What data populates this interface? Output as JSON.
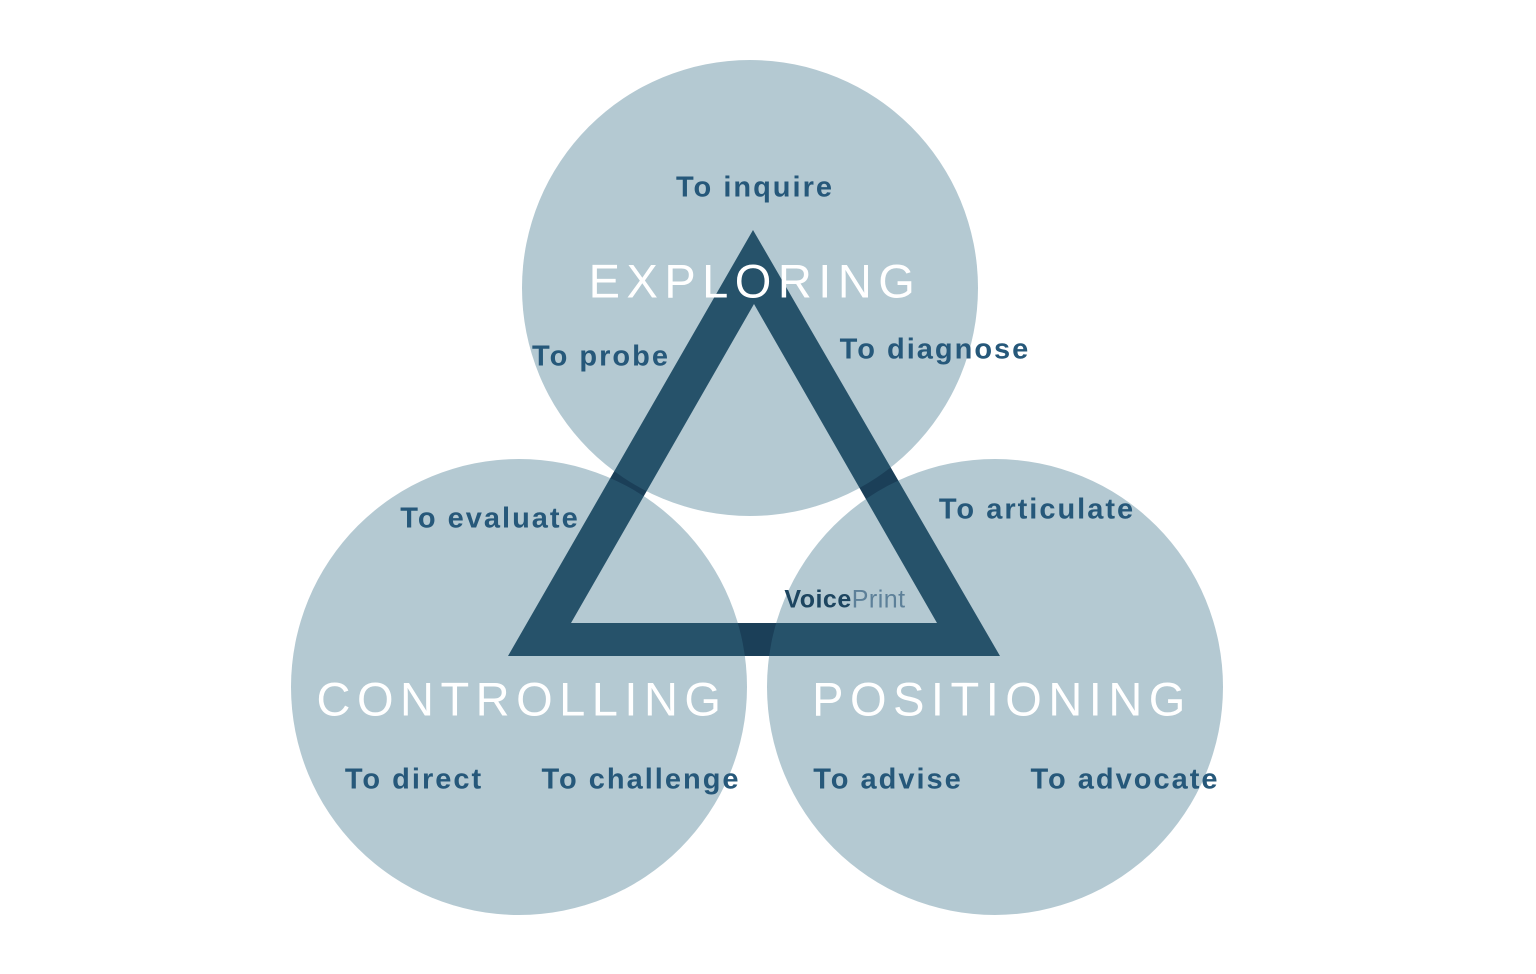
{
  "diagram": {
    "name": "VoicePrint voice-styles model",
    "colors": {
      "background": "#ffffff",
      "circle_fill": "#b5c9d3",
      "triangle": "#1b3f58",
      "triangle_under_circle": "#27526b",
      "label_text": "#26587a",
      "title_text": "#ffffff",
      "logo_voice": "#1d4560",
      "logo_print": "#5d8099"
    },
    "circles": [
      {
        "name": "exploring",
        "title": "EXPLORING",
        "labels": [
          "To inquire",
          "To probe",
          "To diagnose"
        ]
      },
      {
        "name": "controlling",
        "title": "CONTROLLING",
        "labels": [
          "To evaluate",
          "To direct",
          "To challenge"
        ]
      },
      {
        "name": "positioning",
        "title": "POSITIONING",
        "labels": [
          "To articulate",
          "To advise",
          "To advocate"
        ]
      }
    ],
    "logo": {
      "voice": "Voice",
      "print": "Print"
    }
  }
}
